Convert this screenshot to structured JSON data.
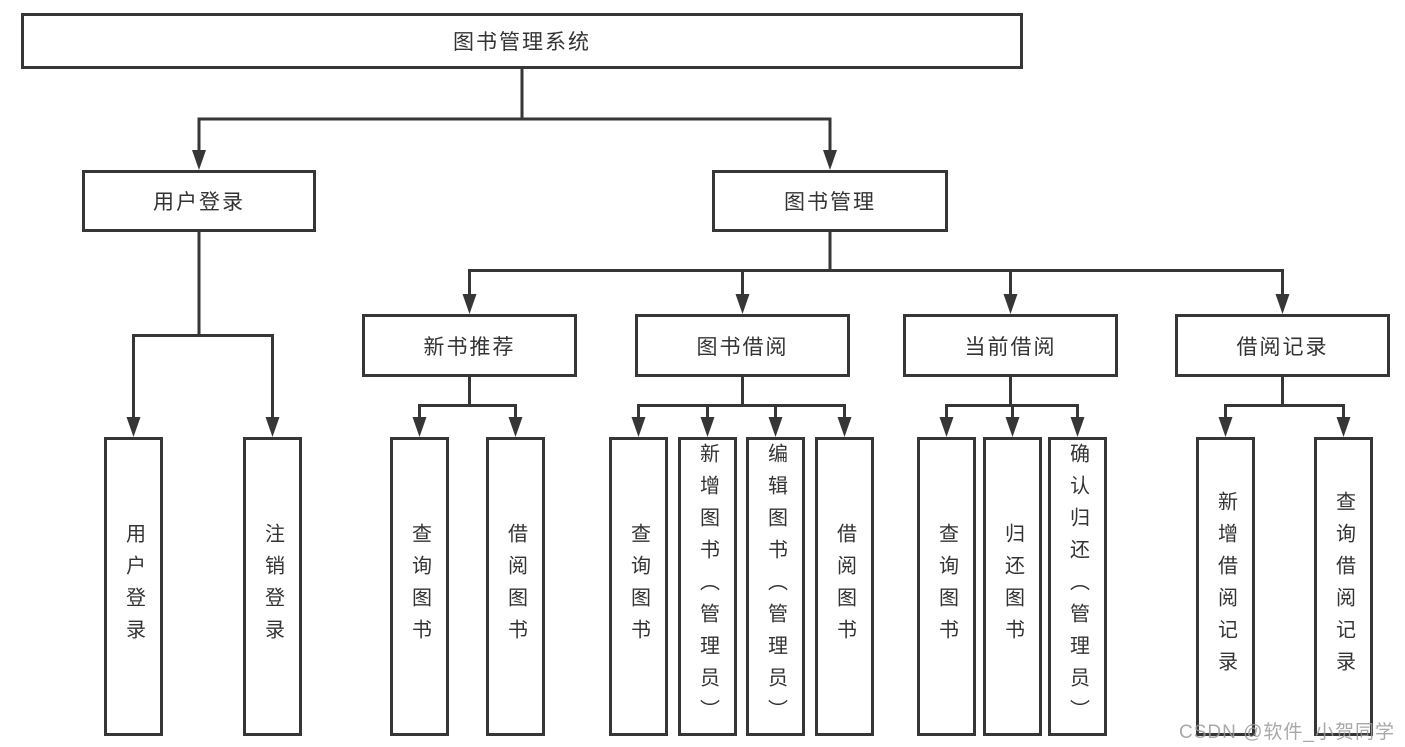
{
  "colors": {
    "line": "#363636",
    "text": "#333333",
    "box_background": "#ffffff",
    "watermark": "#9a9a9a"
  },
  "watermark": {
    "text": "CSDN @软件_小贺同学"
  },
  "nodes": {
    "root": {
      "label": "图书管理系统"
    },
    "user_login": {
      "label": "用户登录"
    },
    "book_mgmt": {
      "label": "图书管理"
    },
    "new_book_rec": {
      "label": "新书推荐"
    },
    "book_borrow": {
      "label": "图书借阅"
    },
    "current_borrow": {
      "label": "当前借阅"
    },
    "borrow_records": {
      "label": "借阅记录"
    },
    "leaf_user_login": {
      "label": "用户登录"
    },
    "leaf_logout": {
      "label": "注销登录"
    },
    "nb_query_book": {
      "label": "查询图书"
    },
    "nb_borrow_book": {
      "label": "借阅图书"
    },
    "bb_query_book": {
      "label": "查询图书"
    },
    "bb_add_book": {
      "label": "新增图书（管理员）"
    },
    "bb_edit_book": {
      "label": "编辑图书（管理员）"
    },
    "bb_borrow_book": {
      "label": "借阅图书"
    },
    "cb_query_book": {
      "label": "查询图书"
    },
    "cb_return_book": {
      "label": "归还图书"
    },
    "cb_confirm_ret": {
      "label": "确认归还（管理员）"
    },
    "br_add_record": {
      "label": "新增借阅记录"
    },
    "br_query_record": {
      "label": "查询借阅记录"
    }
  },
  "hierarchy": {
    "root": [
      "user_login",
      "book_mgmt"
    ],
    "user_login": [
      "leaf_user_login",
      "leaf_logout"
    ],
    "book_mgmt": [
      "new_book_rec",
      "book_borrow",
      "current_borrow",
      "borrow_records"
    ],
    "new_book_rec": [
      "nb_query_book",
      "nb_borrow_book"
    ],
    "book_borrow": [
      "bb_query_book",
      "bb_add_book",
      "bb_edit_book",
      "bb_borrow_book"
    ],
    "current_borrow": [
      "cb_query_book",
      "cb_return_book",
      "cb_confirm_ret"
    ],
    "borrow_records": [
      "br_add_record",
      "br_query_record"
    ]
  }
}
